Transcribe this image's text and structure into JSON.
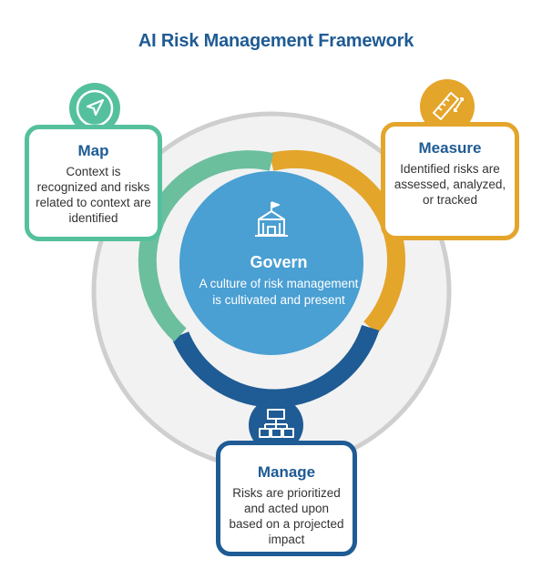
{
  "title": "AI Risk Management Framework",
  "colors": {
    "title": "#1f5b94",
    "map": "#55c09d",
    "measure": "#e4a52b",
    "manage": "#1f5b94",
    "govern": "#4a9fd3",
    "outer_ring": "#cfcfcf"
  },
  "govern": {
    "icon": "school-building-icon",
    "title": "Govern",
    "description": "A culture of risk management is cultivated and present"
  },
  "map": {
    "icon": "navigation-arrow-icon",
    "title": "Map",
    "description": "Context is recognized and risks related to context are identified"
  },
  "measure": {
    "icon": "ruler-icon",
    "title": "Measure",
    "description": "Identified risks are assessed, analyzed, or tracked"
  },
  "manage": {
    "icon": "hierarchy-icon",
    "title": "Manage",
    "description": "Risks are prioritized and acted upon based on a projected impact"
  }
}
